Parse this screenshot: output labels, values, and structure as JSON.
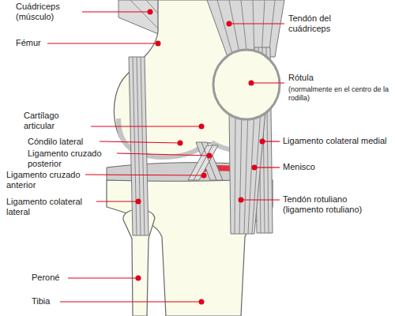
{
  "diagram": {
    "labels": [
      "Cuádriceps (músculo)",
      "Tendón del cuádriceps",
      "Fémur",
      "Rótula",
      "(normalmente en el centro de la rodilla)",
      "Cartílago articular",
      "Cóndilo lateral",
      "Ligamento colateral medial",
      "Ligamento cruzado posterior",
      "Menisco",
      "Ligamento cruzado anterior",
      "Tendón rotuliano (ligamento rotuliano)",
      "Ligamento colateral lateral",
      "Peroné",
      "Tibia"
    ]
  }
}
